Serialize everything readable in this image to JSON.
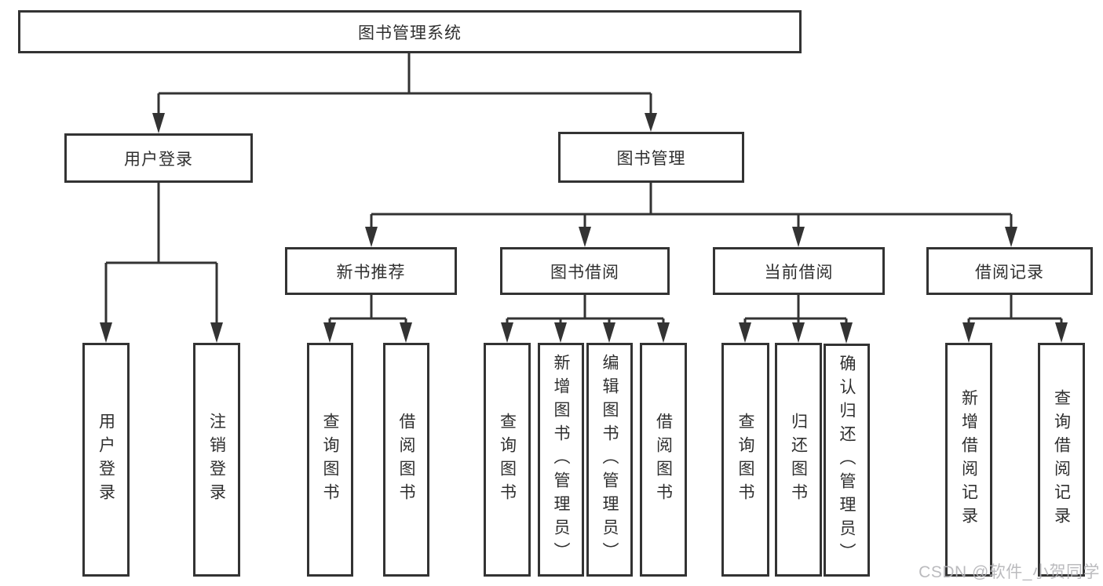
{
  "diagram": {
    "title": "图书管理系统",
    "root": {
      "label": "图书管理系统"
    },
    "level2": [
      {
        "label": "用户登录",
        "parent": "图书管理系统"
      },
      {
        "label": "图书管理",
        "parent": "图书管理系统"
      }
    ],
    "level3": [
      {
        "label": "新书推荐",
        "parent": "图书管理"
      },
      {
        "label": "图书借阅",
        "parent": "图书管理"
      },
      {
        "label": "当前借阅",
        "parent": "图书管理"
      },
      {
        "label": "借阅记录",
        "parent": "图书管理"
      }
    ],
    "leaves": [
      {
        "label": "用户登录",
        "parent": "用户登录"
      },
      {
        "label": "注销登录",
        "parent": "用户登录"
      },
      {
        "label": "查询图书",
        "parent": "新书推荐"
      },
      {
        "label": "借阅图书",
        "parent": "新书推荐"
      },
      {
        "label": "查询图书",
        "parent": "图书借阅"
      },
      {
        "label": "新增图书（管理员）",
        "parent": "图书借阅"
      },
      {
        "label": "编辑图书（管理员）",
        "parent": "图书借阅"
      },
      {
        "label": "借阅图书",
        "parent": "图书借阅"
      },
      {
        "label": "查询图书",
        "parent": "当前借阅"
      },
      {
        "label": "归还图书",
        "parent": "当前借阅"
      },
      {
        "label": "确认归还（管理员）",
        "parent": "当前借阅"
      },
      {
        "label": "新增借阅记录",
        "parent": "借阅记录"
      },
      {
        "label": "查询借阅记录",
        "parent": "借阅记录"
      }
    ],
    "watermark": "CSDN @软件_小贺同学",
    "colors": {
      "line": "#333333",
      "box_border": "#333333",
      "box_fill": "#ffffff",
      "text": "#2f2f2f",
      "watermark": "#b4b4b8",
      "background": "#ffffff"
    }
  }
}
